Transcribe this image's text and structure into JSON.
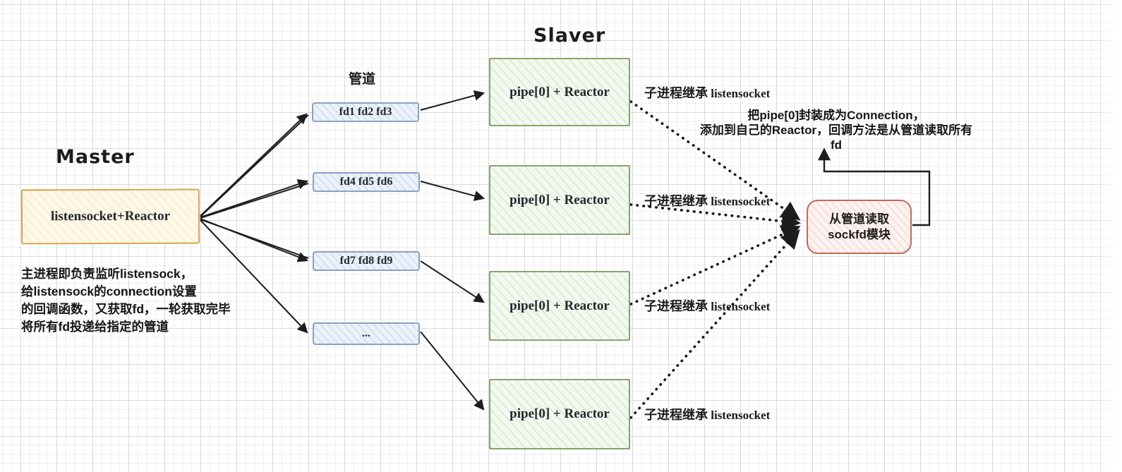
{
  "master": {
    "title": "Master",
    "box_label": "listensocket+Reactor"
  },
  "pipes": {
    "title": "管道",
    "items": [
      "fd1 fd2 fd3",
      "fd4 fd5 fd6",
      "fd7 fd8 fd9",
      "..."
    ]
  },
  "slaver": {
    "title": "Slaver",
    "box_label": "pipe[0] + Reactor",
    "inherit_label_cn": "子进程继承",
    "inherit_label_en": " listensocket"
  },
  "reader_module": {
    "label": "从管道读取sockfd模块"
  },
  "notes": {
    "top_right": {
      "line1": "把pipe[0]封装成为Connection，",
      "line2": "添加到自己的Reactor，回调方法是从管道读取所有fd"
    },
    "bottom_left": {
      "line1": "主进程即负责监听listensock，",
      "line2": "给listensock的connection设置",
      "line3": "的回调函数，又获取fd，一轮获取完毕",
      "line4": "将所有fd投递给指定的管道"
    }
  },
  "colors": {
    "master_fill": "#fdf8e8",
    "master_border": "#d2a94f",
    "pipe_fill": "#ebf2fb",
    "pipe_border": "#8aa1c2",
    "slaver_fill": "#f4f9f0",
    "slaver_border": "#82a768",
    "reader_fill": "#fdf3f0",
    "reader_border": "#c06a5e",
    "arrow": "#1d1d1d"
  }
}
